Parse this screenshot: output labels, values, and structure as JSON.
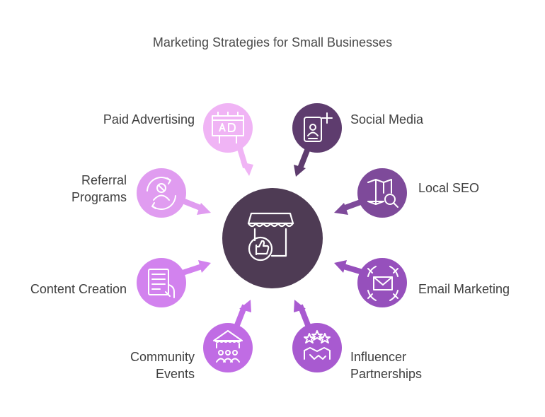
{
  "title": "Marketing Strategies for Small Businesses",
  "center": {
    "icon": "storefront-thumbs-up-icon",
    "color": "#4e3b54"
  },
  "nodes": [
    {
      "id": "paid-advertising",
      "lines": [
        "Paid Advertising"
      ],
      "icon": "billboard-ad-icon",
      "color": "#f0b4f5"
    },
    {
      "id": "social-media",
      "lines": [
        "Social Media"
      ],
      "icon": "profile-plus-icon",
      "color": "#5e3c6e"
    },
    {
      "id": "referral-programs",
      "lines": [
        "Referral",
        "Programs"
      ],
      "icon": "referral-cycle-icon",
      "color": "#e09cf0"
    },
    {
      "id": "local-seo",
      "lines": [
        "Local SEO"
      ],
      "icon": "map-search-icon",
      "color": "#7e4a9a"
    },
    {
      "id": "content-creation",
      "lines": [
        "Content Creation"
      ],
      "icon": "tablet-hand-icon",
      "color": "#d282ee"
    },
    {
      "id": "email-marketing",
      "lines": [
        "Email Marketing"
      ],
      "icon": "envelope-target-icon",
      "color": "#9650bc"
    },
    {
      "id": "community-events",
      "lines": [
        "Community",
        "Events"
      ],
      "icon": "community-tent-icon",
      "color": "#c06ce4"
    },
    {
      "id": "influencer-partnerships",
      "lines": [
        "Influencer",
        "Partnerships"
      ],
      "icon": "stars-handshake-icon",
      "color": "#a85ad0"
    }
  ]
}
